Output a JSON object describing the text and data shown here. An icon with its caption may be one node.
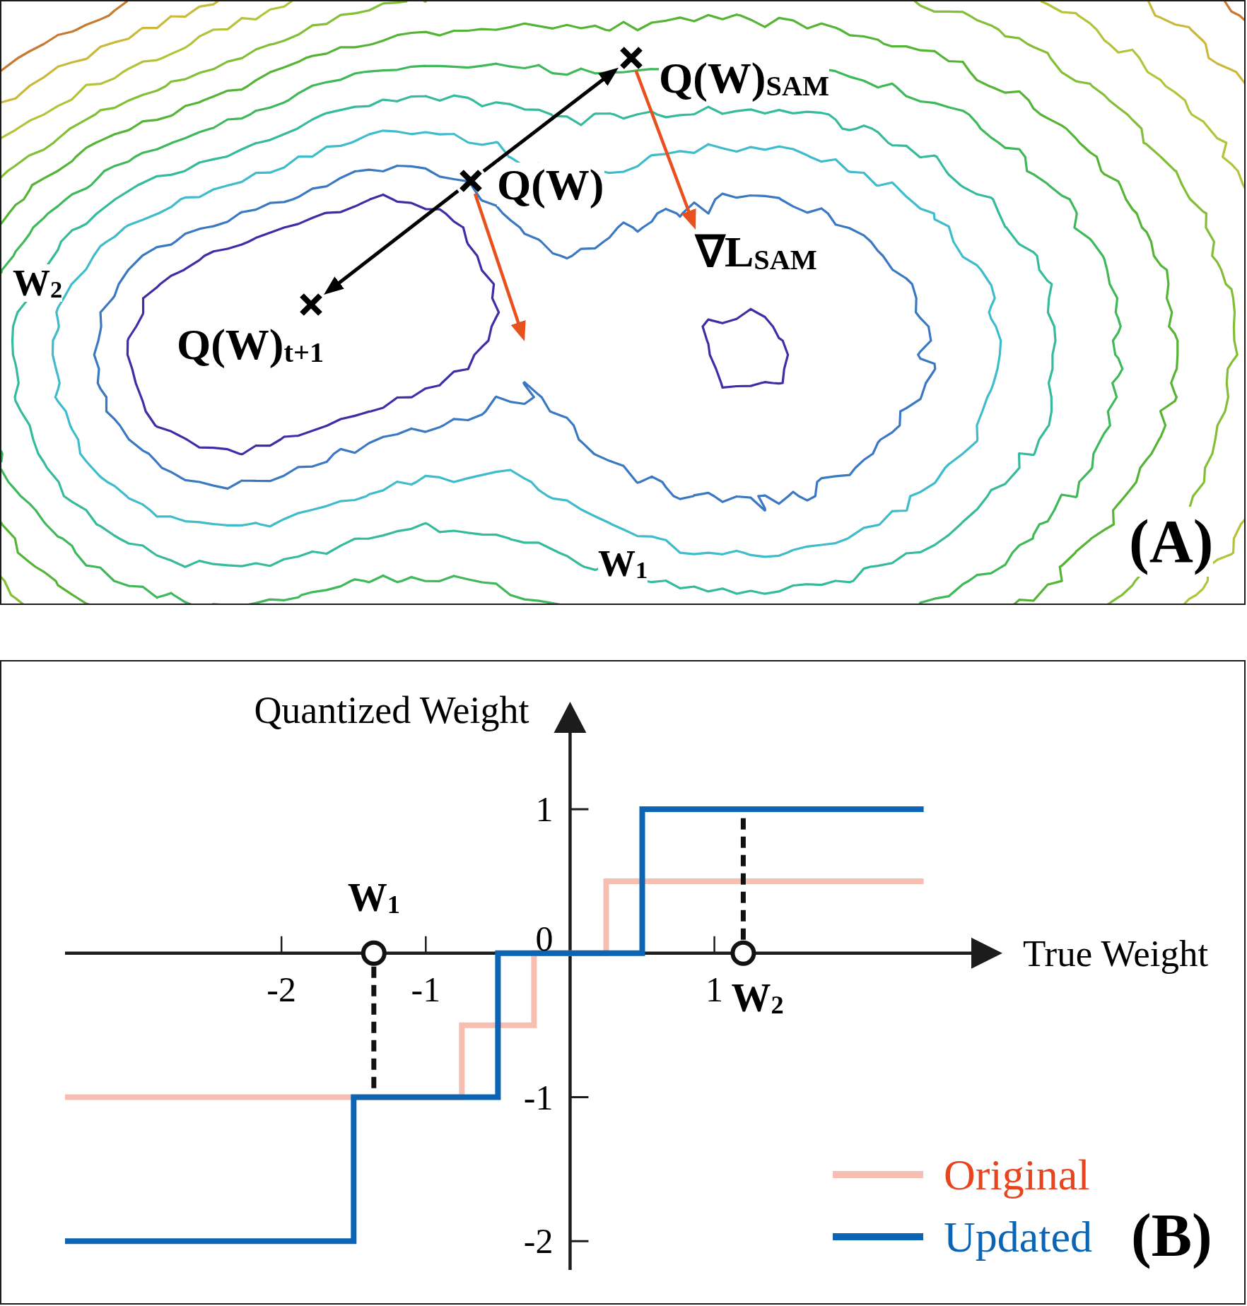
{
  "diagram": {
    "nodes": [
      {
        "text": [
          "W$_{2}$",
          "W$_{1}$",
          "(A)"
        ]
      },
      {
        "text": [
          "Q(W)$_{SAM}$"
        ],
        "in": 0
      },
      {
        "text": [
          "Q(W)"
        ],
        "in": 0
      },
      {
        "text": [
          "∇L$_{SAM}$"
        ],
        "in": 0
      },
      {
        "text": [
          "Q(W)$_{t+1}$"
        ],
        "in": 0
      },
      {
        "text": [
          "(B)"
        ]
      }
    ],
    "edges": [
      {
        "from": 2,
        "to": 1,
        "arrow": "to"
      },
      {
        "from": 2,
        "to": 4,
        "arrow": "to"
      },
      {
        "from": 1,
        "to": 3,
        "arrow": "to",
        "color": "#e8501e"
      },
      {
        "from": 2,
        "to": null,
        "arrow": "to",
        "color": "#e8501e"
      }
    ],
    "chart_data": {
      "type": "line",
      "xlabel": "True Weight",
      "ylabel": "Quantized Weight",
      "x": [
        -3.5,
        -1.5,
        -1.5,
        -0.75,
        -0.75,
        -0.5,
        -0.5,
        -0.25,
        -0.25,
        0.25,
        0.25,
        0.5,
        0.5,
        2.45
      ],
      "series": [
        {
          "name": "Original",
          "color": "#f7bfb1",
          "values": [
            -1,
            -1,
            -1,
            -1,
            -0.5,
            -0.5,
            -0.5,
            -0.5,
            0,
            0,
            0.5,
            0.5,
            0.5,
            0.5
          ]
        },
        {
          "name": "Updated",
          "color": "#0b64b4",
          "values": [
            -2,
            -2,
            -1,
            -1,
            -1,
            -1,
            0,
            0,
            0,
            0,
            0,
            0,
            1,
            1
          ]
        }
      ],
      "xlim": [
        -3.5,
        2.8
      ],
      "ylim": [
        -2.2,
        1.55
      ],
      "xticks": [
        -2,
        -1,
        1
      ],
      "yticks": [
        -2,
        -1,
        0,
        1
      ],
      "legend": "lower right",
      "annotations": [
        "W$_{1}$",
        "W$_{2}$"
      ]
    }
  }
}
